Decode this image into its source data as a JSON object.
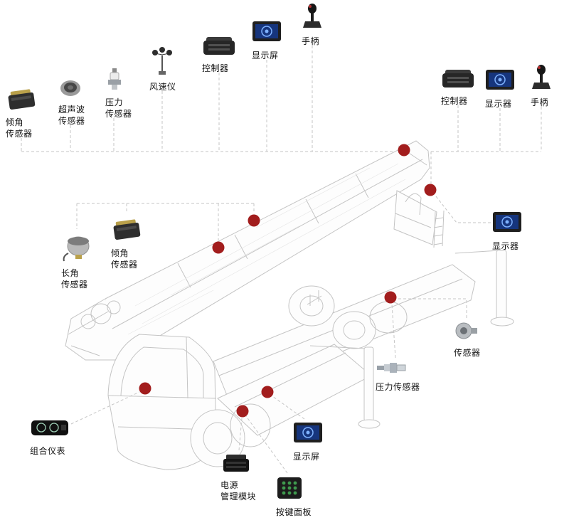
{
  "colors": {
    "dot": "#a21d1d",
    "line": "#c6c6c6",
    "label": "#111111",
    "sketch": "#c4c4c4",
    "screen": "#16357d"
  },
  "diagram": {
    "description": "truck-mounted aerial platform wireframe with component callouts",
    "location_dot_count": 8
  },
  "components": [
    {
      "name": "tilt-sensor-top-left",
      "label": "倾角\n传感器"
    },
    {
      "name": "ultrasonic-sensor",
      "label": "超声波\n传感器"
    },
    {
      "name": "pressure-sensor-top",
      "label": "压力\n传感器"
    },
    {
      "name": "anemometer",
      "label": "风速仪"
    },
    {
      "name": "controller-top",
      "label": "控制器"
    },
    {
      "name": "display-top",
      "label": "显示屏"
    },
    {
      "name": "joystick-top",
      "label": "手柄"
    },
    {
      "name": "controller-right",
      "label": "控制器"
    },
    {
      "name": "display-right",
      "label": "显示器"
    },
    {
      "name": "joystick-right",
      "label": "手柄"
    },
    {
      "name": "display-mid-right",
      "label": "显示器"
    },
    {
      "name": "sensor-right",
      "label": "传感器"
    },
    {
      "name": "pressure-sensor-right",
      "label": "压力传感器"
    },
    {
      "name": "display-bottom",
      "label": "显示屏"
    },
    {
      "name": "keypad-panel",
      "label": "按键面板"
    },
    {
      "name": "power-module",
      "label": "电源\n管理模块"
    },
    {
      "name": "instrument-cluster",
      "label": "组合仪表"
    },
    {
      "name": "length-angle-sensor",
      "label": "长角\n传感器"
    },
    {
      "name": "tilt-sensor-mid",
      "label": "倾角\n传感器"
    }
  ]
}
